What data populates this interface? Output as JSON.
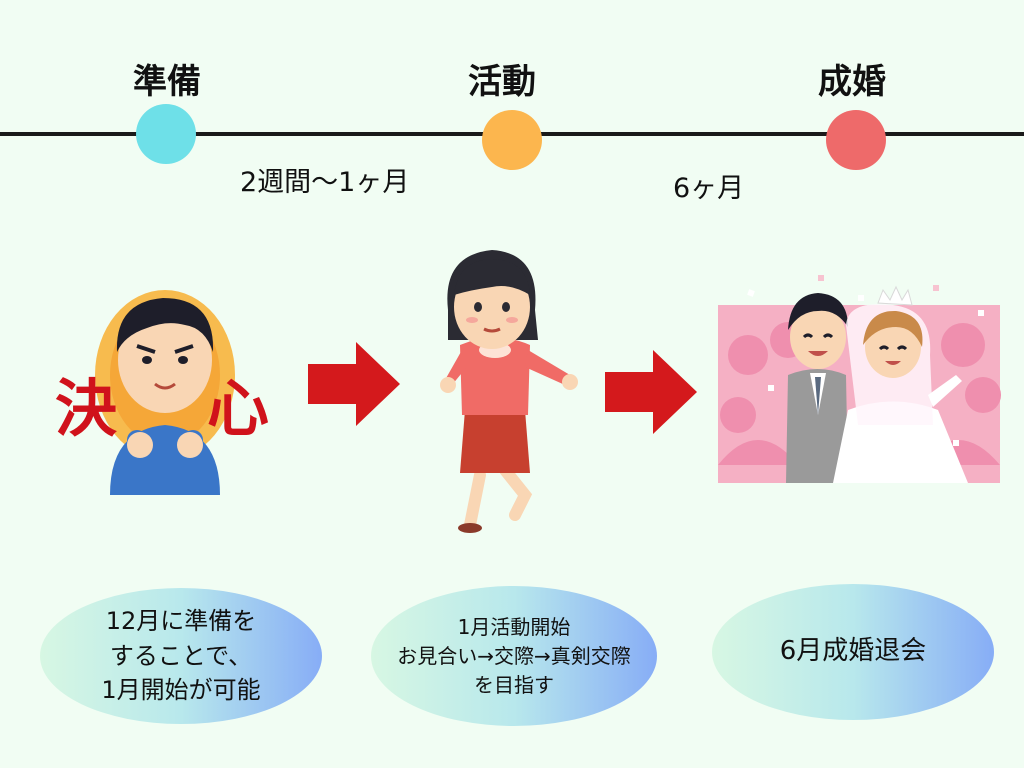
{
  "stages": [
    {
      "title": "準備",
      "color": "#6ee0e8"
    },
    {
      "title": "活動",
      "color": "#fcb64e"
    },
    {
      "title": "成婚",
      "color": "#ee6a6a"
    }
  ],
  "durations": [
    "2週間〜1ヶ月",
    "6ヶ月"
  ],
  "illustrations": {
    "decision_sign_left": "決",
    "decision_sign_right": "心"
  },
  "arrow_color": "#d4191c",
  "bubbles": [
    {
      "text": "12月に準備を\nすることで、\n1月開始が可能"
    },
    {
      "text": "1月活動開始\nお見合い→交際→真剣交際\nを目指す"
    },
    {
      "text": "6月成婚退会"
    }
  ]
}
